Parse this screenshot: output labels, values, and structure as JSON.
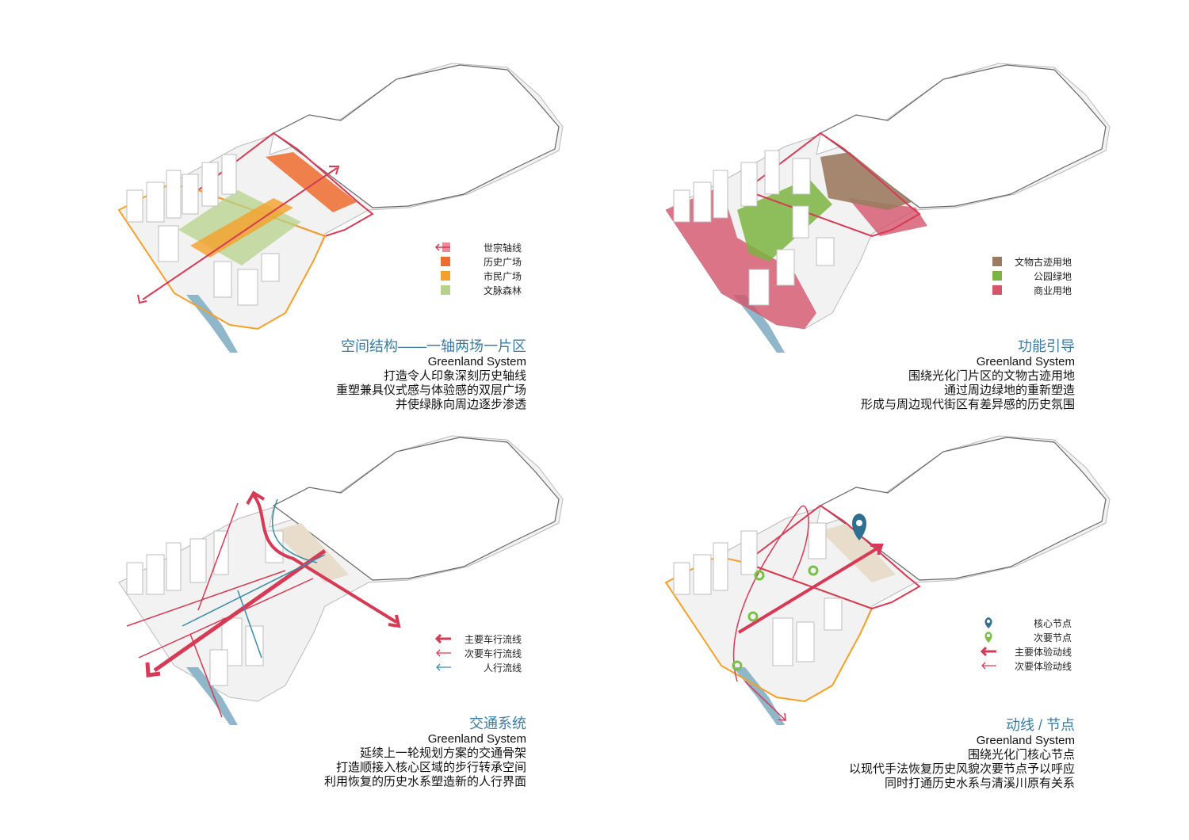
{
  "panels": [
    {
      "title": "空间结构——一轴两场一片区",
      "subtitle": "Greenland System",
      "lines": [
        "打造令人印象深刻历史轴线",
        "重塑兼具仪式感与体验感的双层广场",
        "并使绿脉向周边逐步渗透"
      ],
      "legend": [
        {
          "label": "世宗轴线",
          "icon": "axis-arrow-icon",
          "color": "#e8566a"
        },
        {
          "label": "历史广场",
          "icon": "square-swatch",
          "color": "#ef6c2f"
        },
        {
          "label": "市民广场",
          "icon": "square-swatch",
          "color": "#f5a028"
        },
        {
          "label": "文脉森林",
          "icon": "square-swatch",
          "color": "#b6d18a"
        }
      ]
    },
    {
      "title": "功能引导",
      "subtitle": "Greenland System",
      "lines": [
        "围绕光化门片区的文物古迹用地",
        "通过周边绿地的重新塑造",
        "形成与周边现代街区有差异感的历史氛围"
      ],
      "legend": [
        {
          "label": "文物古迹用地",
          "icon": "square-swatch",
          "color": "#9c7b60"
        },
        {
          "label": "公园绿地",
          "icon": "square-swatch",
          "color": "#7cb441"
        },
        {
          "label": "商业用地",
          "icon": "square-swatch",
          "color": "#d5546a"
        }
      ]
    },
    {
      "title": "交通系统",
      "subtitle": "Greenland System",
      "lines": [
        "延续上一轮规划方案的交通骨架",
        "打造顺接入核心区域的步行转承空间",
        "利用恢复的历史水系塑造新的人行界面"
      ],
      "legend": [
        {
          "label": "主要车行流线",
          "icon": "thick-arrow-icon",
          "color": "#d63a55"
        },
        {
          "label": "次要车行流线",
          "icon": "thin-arrow-icon",
          "color": "#d63a55"
        },
        {
          "label": "人行流线",
          "icon": "thin-arrow-icon",
          "color": "#3a8ca8"
        }
      ]
    },
    {
      "title": "动线 / 节点",
      "subtitle": "Greenland System",
      "lines": [
        "围绕光化门核心节点",
        "以现代手法恢复历史风貌次要节点予以呼应",
        "同时打通历史水系与清溪川原有关系"
      ],
      "legend": [
        {
          "label": "核心节点",
          "icon": "map-pin-icon",
          "color": "#2f6f8f"
        },
        {
          "label": "次要节点",
          "icon": "map-pin-icon",
          "color": "#7cc046"
        },
        {
          "label": "主要体验动线",
          "icon": "thick-arrow-icon",
          "color": "#d63a55"
        },
        {
          "label": "次要体验动线",
          "icon": "thin-arrow-icon",
          "color": "#d63a55"
        }
      ]
    }
  ],
  "colors": {
    "caption_title": "#3a7ca5",
    "boundary_red": "#d63a55",
    "boundary_orange": "#f5a028",
    "water": "#8fb6c9"
  }
}
